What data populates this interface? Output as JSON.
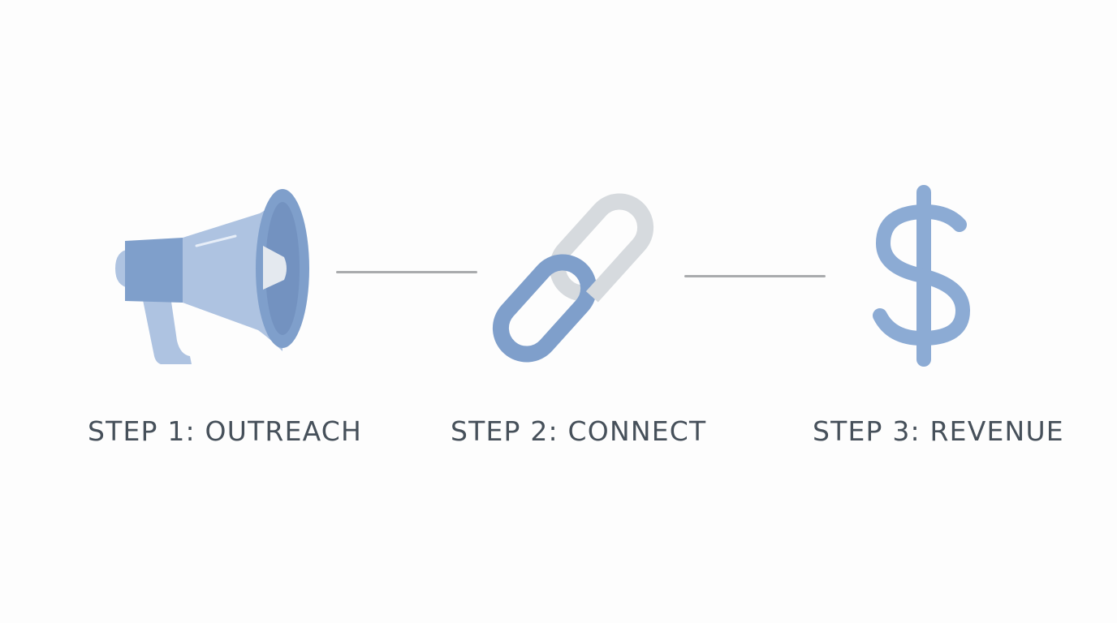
{
  "steps": [
    {
      "label": "STEP 1: OUTREACH",
      "icon": "megaphone-icon"
    },
    {
      "label": "STEP 2: CONNECT",
      "icon": "chain-link-icon"
    },
    {
      "label": "STEP 3: REVENUE",
      "icon": "dollar-sign-icon"
    }
  ],
  "colors": {
    "icon_primary": "#7f9fcb",
    "icon_light": "#aec3e1",
    "icon_gray": "#d6dade",
    "connector": "#a9abad",
    "label_text": "#46505a",
    "background": "#fdfdfd"
  }
}
